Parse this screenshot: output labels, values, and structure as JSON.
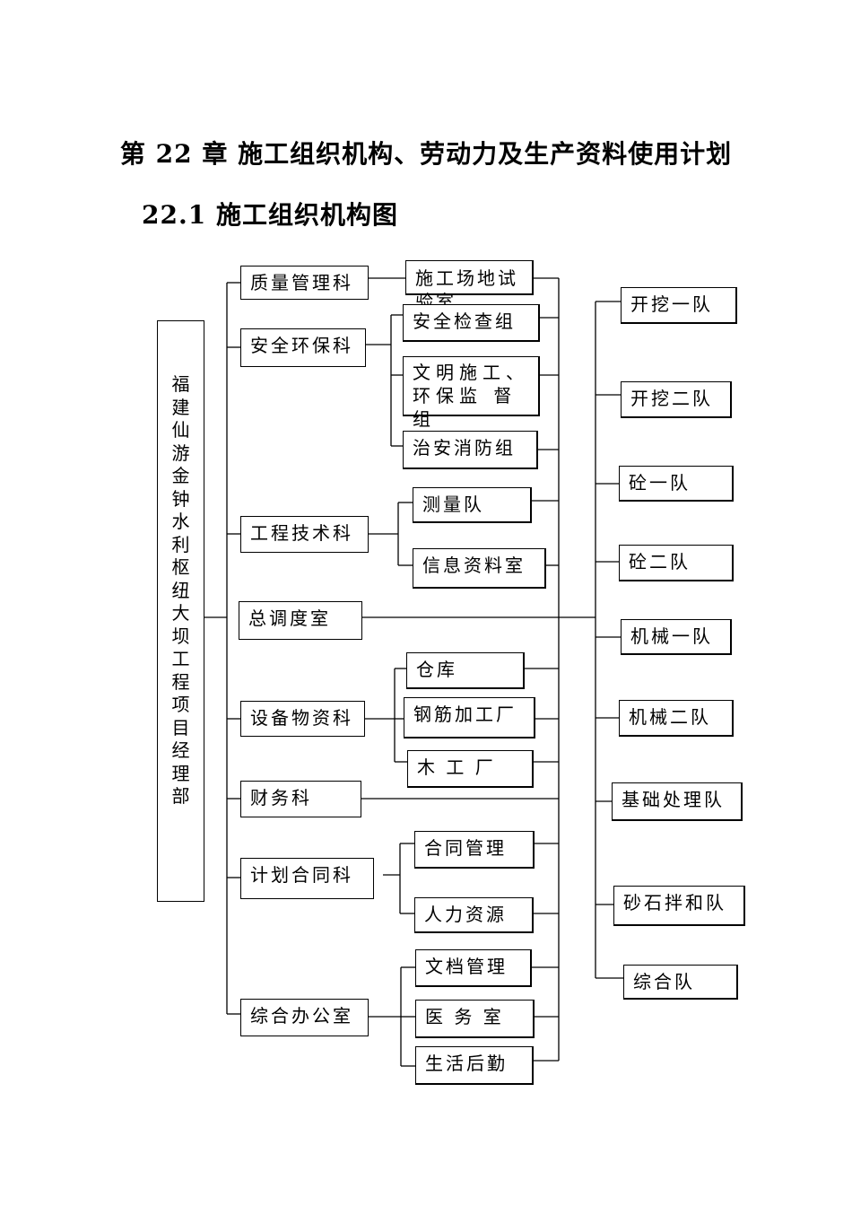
{
  "title": "第 22 章  施工组织机构、劳动力及生产资料使用计划",
  "subtitle": "22.1 施工组织机构图",
  "root": "福建仙游金钟水利枢纽大坝工程项目经理部",
  "departments": {
    "quality": "质量管理科",
    "safety": "安全环保科",
    "tech": "工程技术科",
    "dispatch": "总调度室",
    "equipment": "设备物资科",
    "finance": "财务科",
    "planning": "计划合同科",
    "office": "综合办公室"
  },
  "units": {
    "lab": "施工场地试验室",
    "inspection": "安全检查组",
    "civilized": "文明施工、环保监  督组",
    "firesafety": "治安消防组",
    "survey": "测量队",
    "info": "信息资料室",
    "warehouse": "仓库",
    "rebar": "钢筋加工厂",
    "wood": "木  工  厂",
    "contract": "合同管理",
    "hr": "人力资源",
    "docs": "文档管理",
    "medical": "医  务  室",
    "logistics": "生活后勤"
  },
  "teams": {
    "excavation1": "开挖一队",
    "excavation2": "开挖二队",
    "concrete1": "砼一队",
    "concrete2": "砼二队",
    "machinery1": "机械一队",
    "machinery2": "机械二队",
    "foundation": "基础处理队",
    "gravel": "砂石拌和队",
    "general": "综合队"
  }
}
